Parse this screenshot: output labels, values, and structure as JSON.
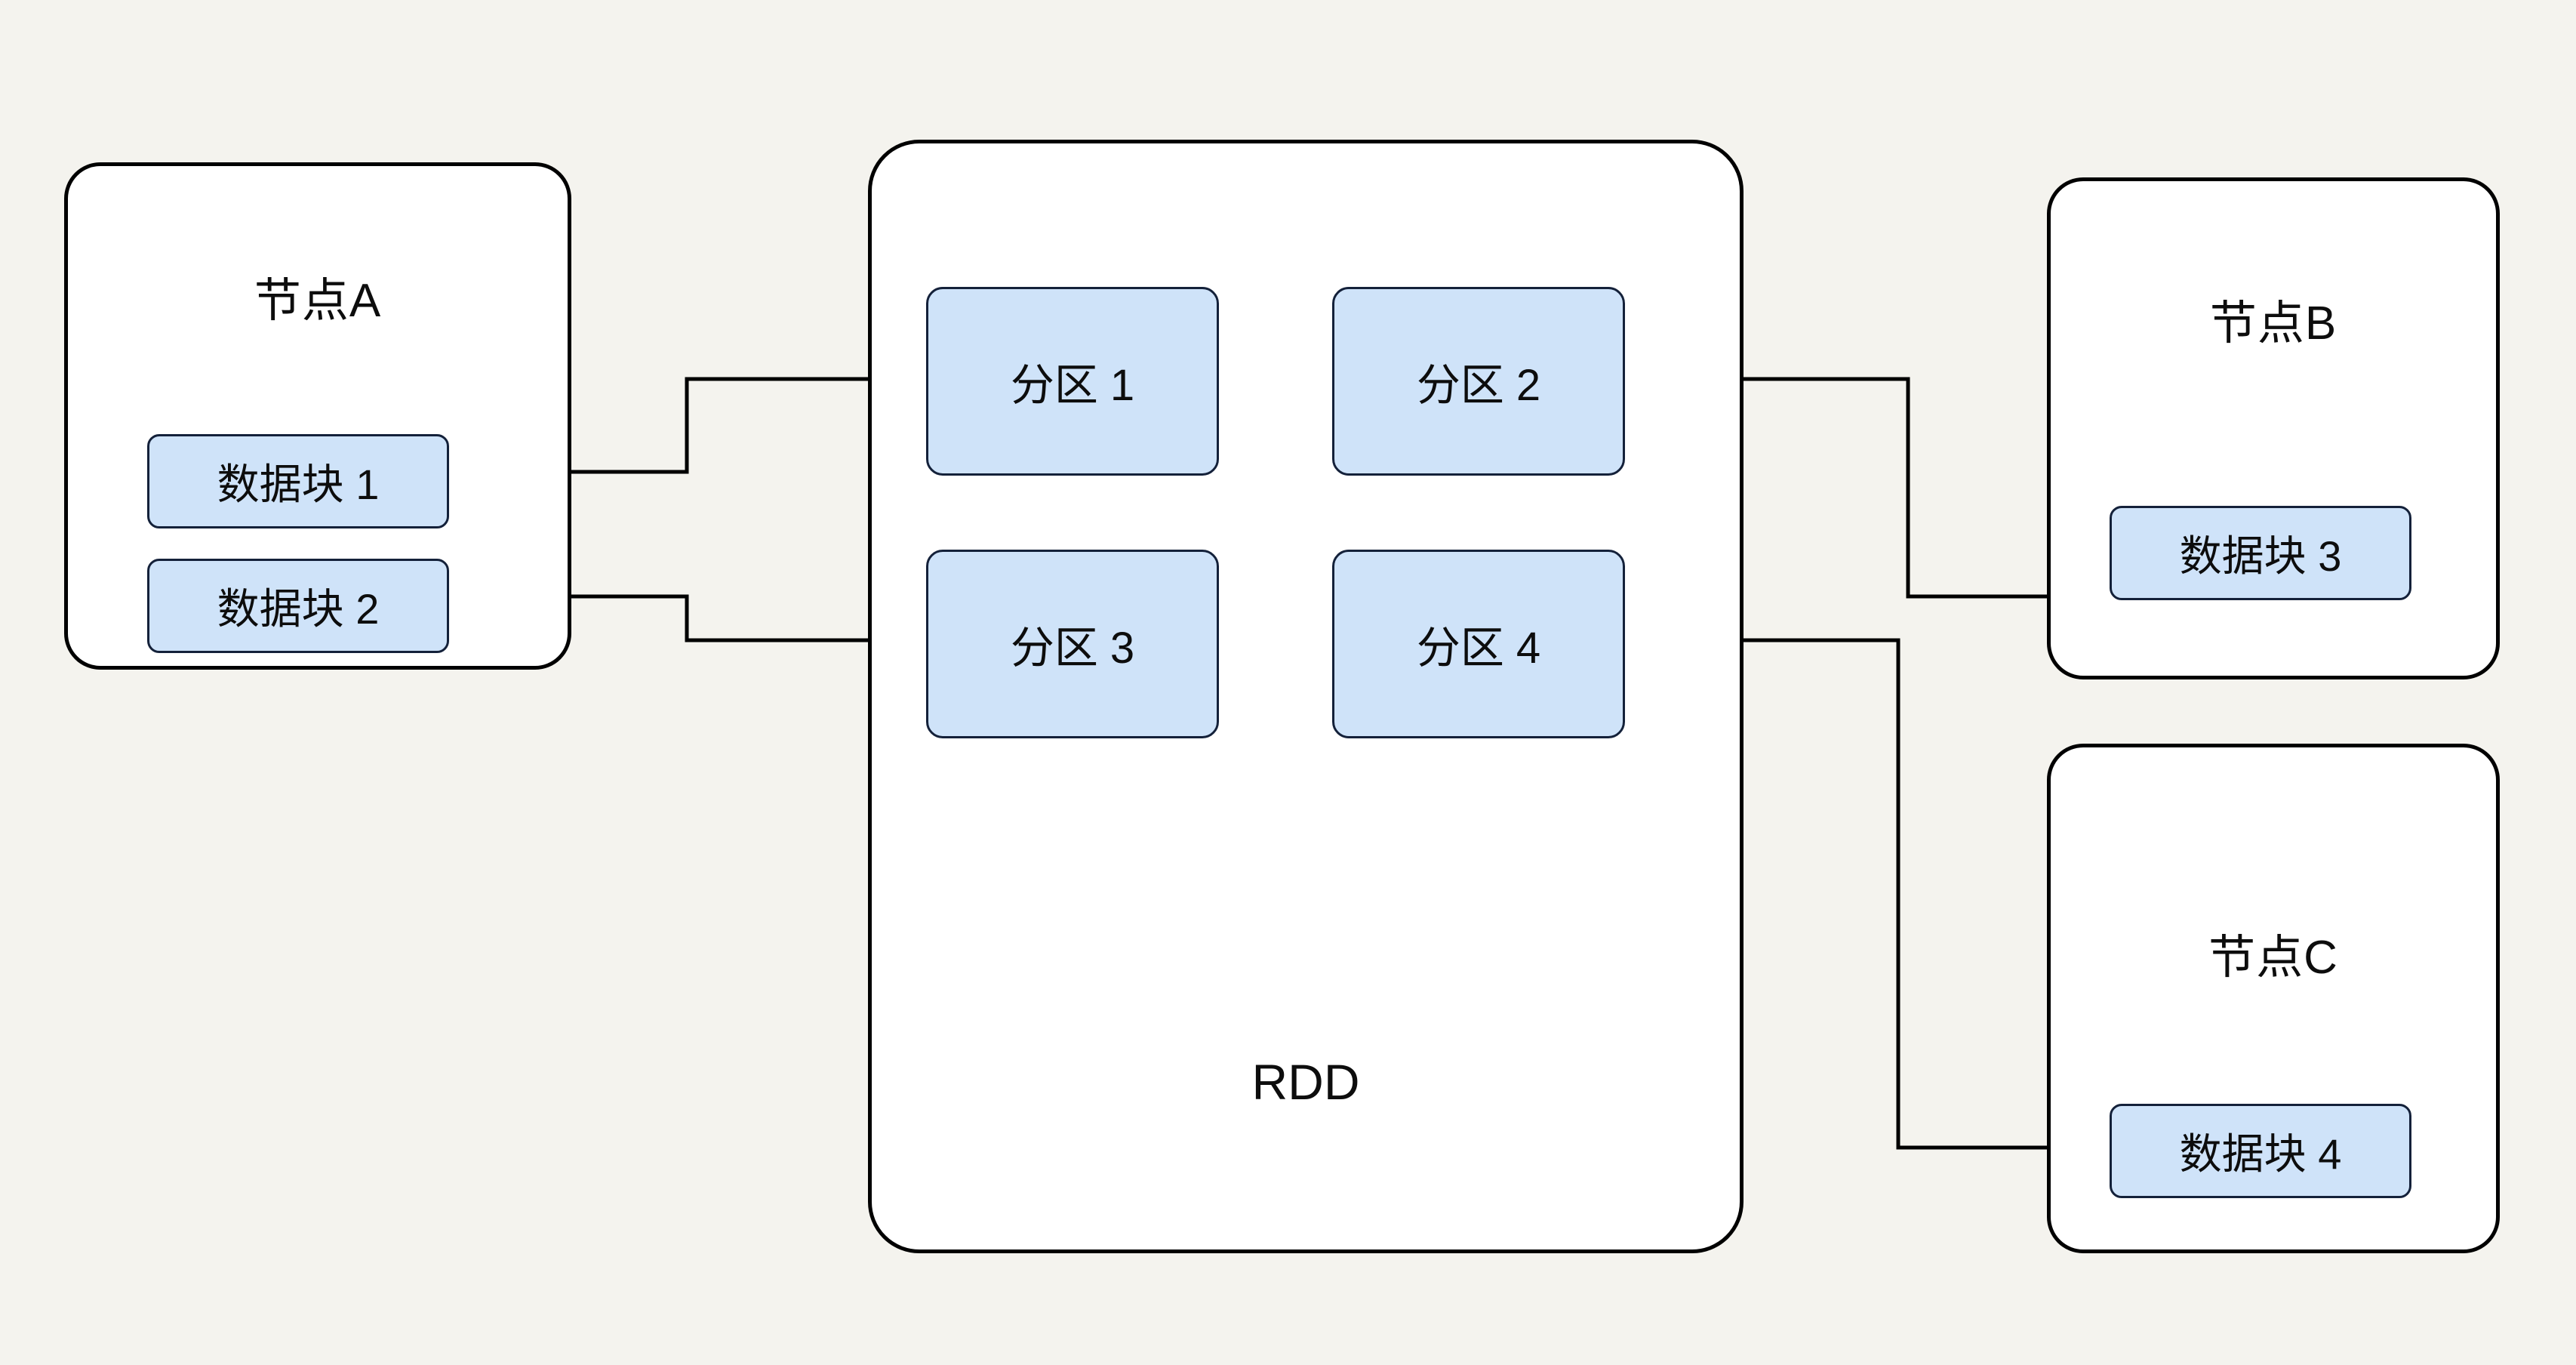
{
  "diagram": {
    "title_label": "RDD",
    "nodes": [
      {
        "id": "node-a",
        "title": "节点A",
        "blocks": [
          {
            "label": "数据块 1"
          },
          {
            "label": "数据块 2"
          }
        ]
      },
      {
        "id": "node-b",
        "title": "节点B",
        "blocks": [
          {
            "label": "数据块 3"
          }
        ]
      },
      {
        "id": "node-c",
        "title": "节点C",
        "blocks": [
          {
            "label": "数据块 4"
          }
        ]
      }
    ],
    "rdd": {
      "label": "RDD",
      "partitions": [
        {
          "label": "分区 1"
        },
        {
          "label": "分区 2"
        },
        {
          "label": "分区 3"
        },
        {
          "label": "分区 4"
        }
      ]
    },
    "connections": [
      {
        "from": "分区 1",
        "to": "数据块 1",
        "arrow": "left"
      },
      {
        "from": "分区 3",
        "to": "数据块 2",
        "arrow": "left"
      },
      {
        "from": "分区 2",
        "to": "数据块 3",
        "arrow": "right"
      },
      {
        "from": "分区 4",
        "to": "数据块 4",
        "arrow": "right"
      }
    ],
    "colors": {
      "background": "#f4f3ee",
      "node_fill": "#ffffff",
      "block_fill": "#cfe3f9",
      "stroke": "#000000",
      "block_stroke": "#14213a"
    }
  }
}
